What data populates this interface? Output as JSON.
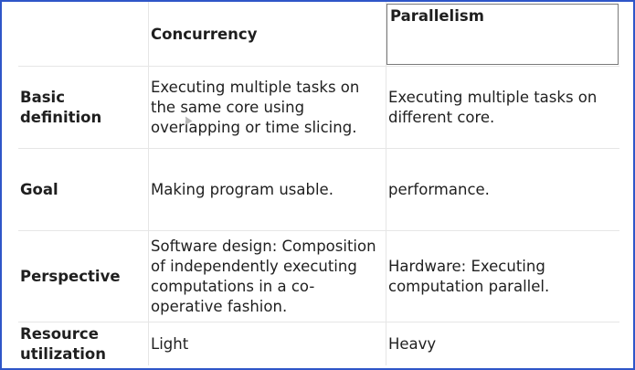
{
  "columns": [
    "",
    "Concurrency",
    "Parallelism"
  ],
  "rows": [
    {
      "label": "Basic definition",
      "concurrency": "Executing multiple tasks on the same core using overlapping or time slicing.",
      "parallelism": "Executing multiple tasks on different core."
    },
    {
      "label": "Goal",
      "concurrency": "Making program usable.",
      "parallelism": "performance."
    },
    {
      "label": "Perspective",
      "concurrency": "Software design: Composition of independently executing computations in a co-operative fashion.",
      "parallelism": "Hardware: Executing computation parallel."
    },
    {
      "label": "Resource utilization",
      "concurrency": "Light",
      "parallelism": "Heavy"
    }
  ],
  "colors": {
    "frame_border": "#2f56c8",
    "grid": "#e6e6e6"
  }
}
